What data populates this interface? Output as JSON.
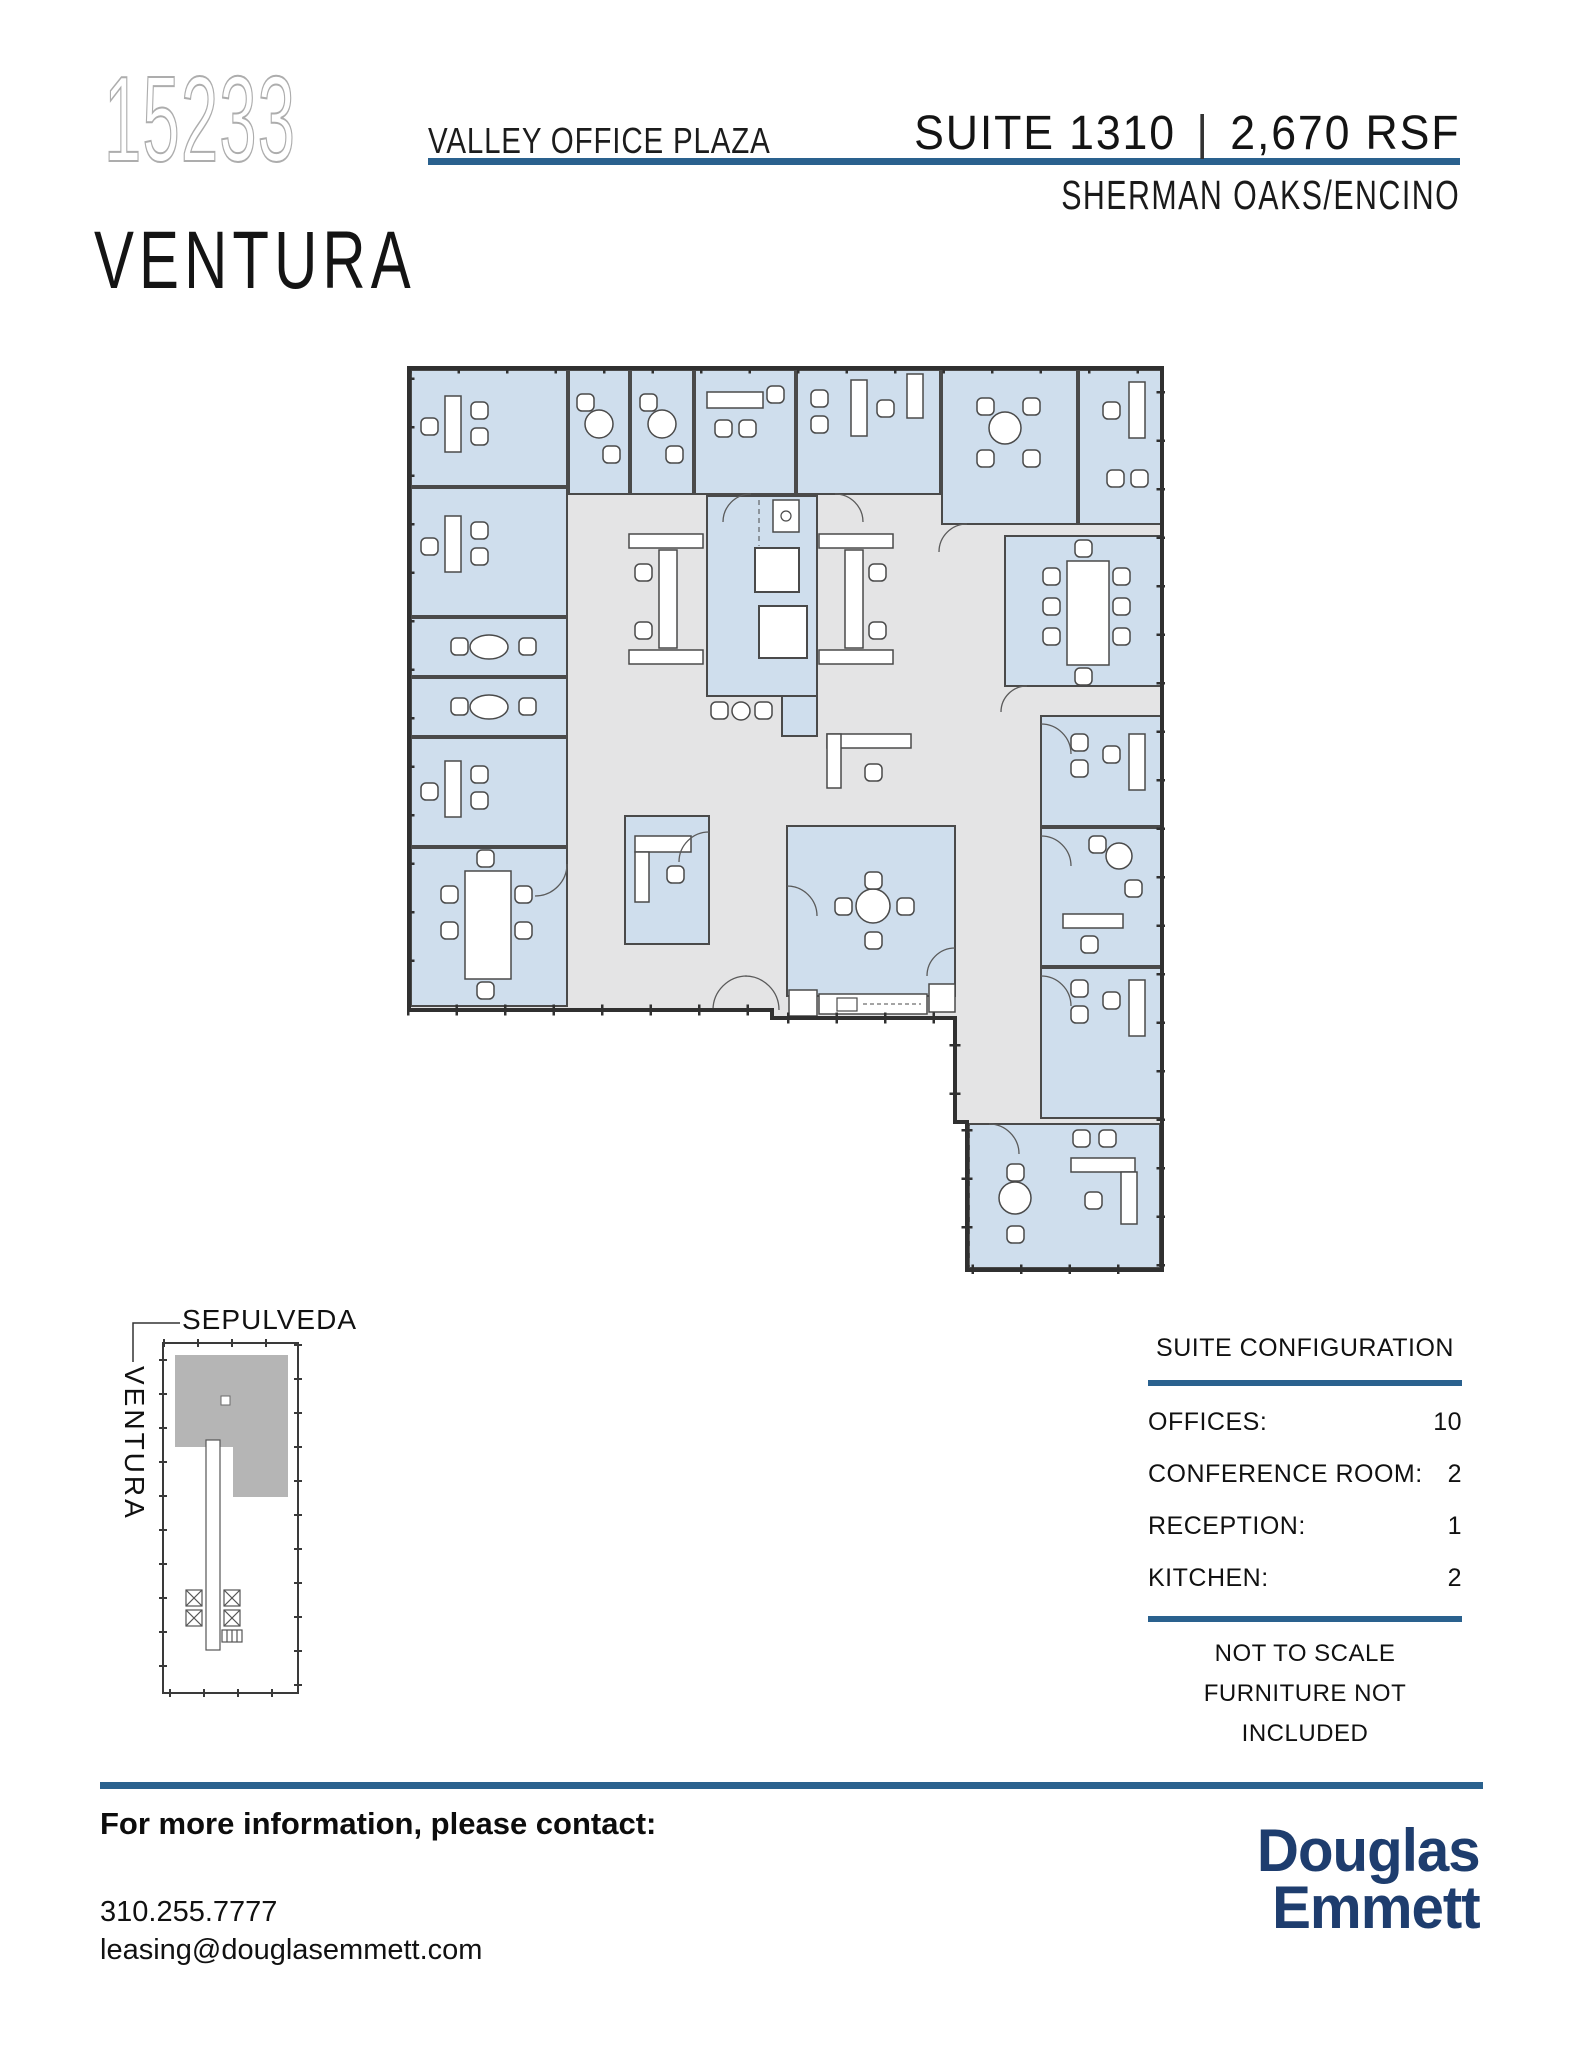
{
  "header": {
    "address_number": "15233",
    "address_street": "VENTURA",
    "building_name": "VALLEY OFFICE PLAZA",
    "suite_label": "SUITE 1310",
    "separator": "|",
    "rsf_label": "2,670 RSF",
    "submarket": "SHERMAN OAKS/ENCINO"
  },
  "key_plan": {
    "street_top": "SEPULVEDA",
    "street_left": "VENTURA"
  },
  "suite_configuration": {
    "title": "SUITE CONFIGURATION",
    "rows": [
      {
        "label": "OFFICES:",
        "value": "10"
      },
      {
        "label": "CONFERENCE ROOM:",
        "value": "2"
      },
      {
        "label": "RECEPTION:",
        "value": "1"
      },
      {
        "label": "KITCHEN:",
        "value": "2"
      }
    ],
    "notes": [
      "NOT TO SCALE",
      "FURNITURE NOT INCLUDED"
    ]
  },
  "footer": {
    "contact_heading": "For more information, please contact:",
    "phone": "310.255.7777",
    "email": "leasing@douglasemmett.com",
    "logo_line1": "Douglas",
    "logo_line2": "Emmett"
  },
  "colors": {
    "accent_blue": "#2a618e",
    "logo_navy": "#1e3d6e",
    "room_fill": "#cfdeed",
    "circulation_fill": "#e4e4e5",
    "wall": "#303030",
    "keyplan_shade": "#b5b5b5",
    "address_gray": "#adadad"
  }
}
